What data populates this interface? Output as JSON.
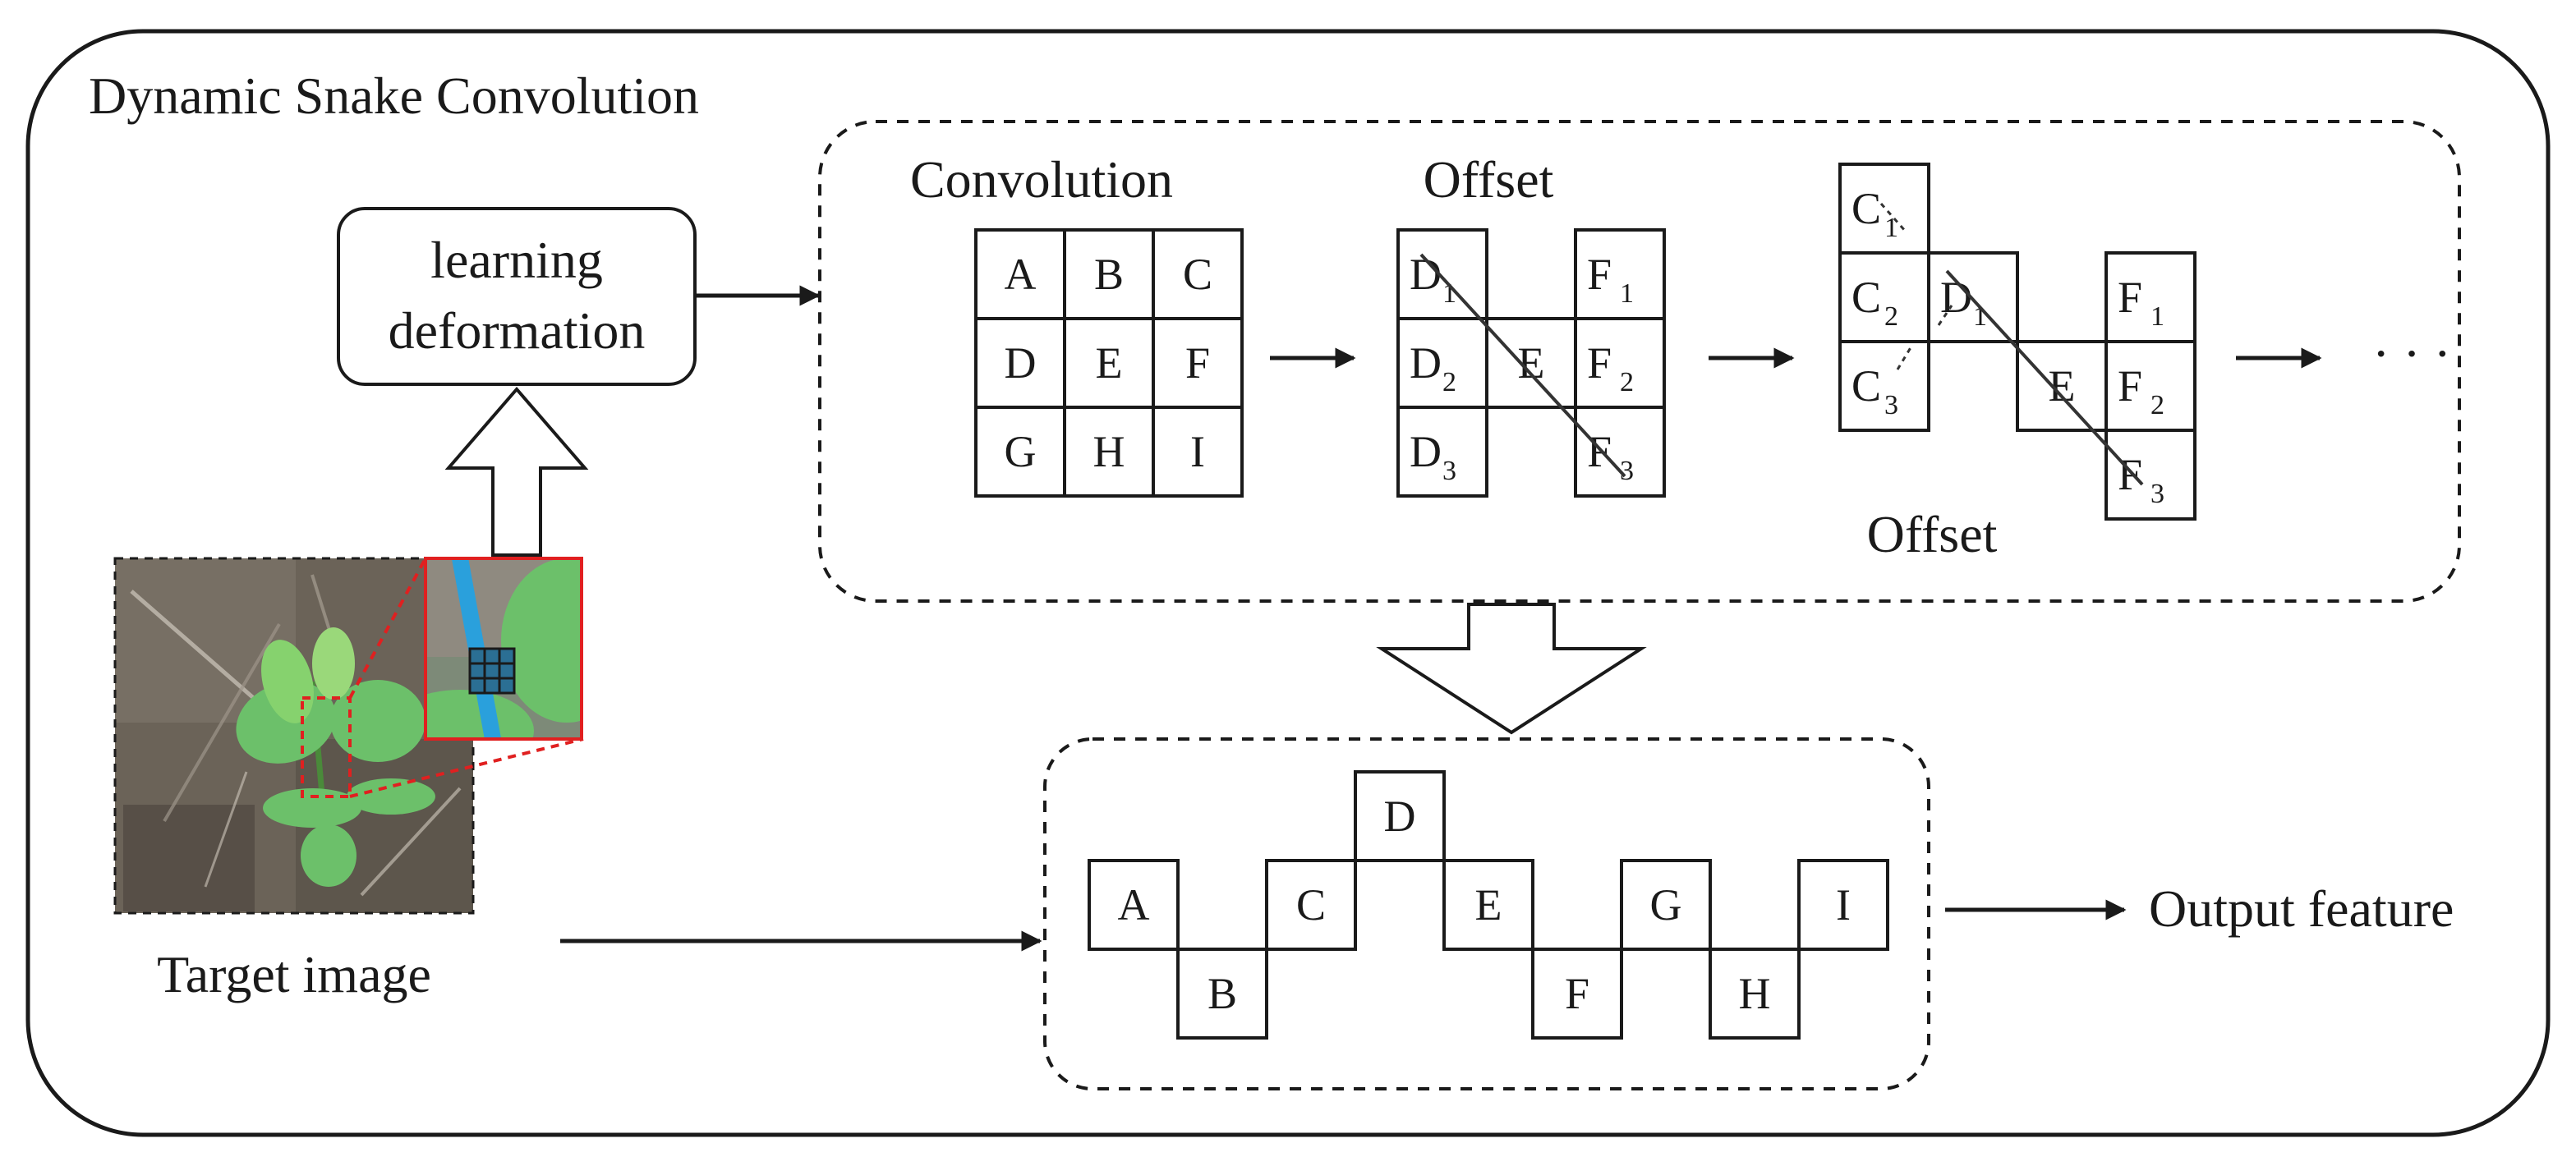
{
  "frame": {
    "title": "Dynamic Snake Convolution"
  },
  "learning_box": {
    "line1": "learning",
    "line2": "deformation"
  },
  "target_image": {
    "caption": "Target image"
  },
  "convolution": {
    "title": "Convolution",
    "cells": [
      "A",
      "B",
      "C",
      "D",
      "E",
      "F",
      "G",
      "H",
      "I"
    ]
  },
  "offset1": {
    "title": "Offset",
    "cells": [
      {
        "base": "D",
        "sub": "1"
      },
      {
        "base": "F",
        "sub": "1"
      },
      {
        "base": "D",
        "sub": "2"
      },
      {
        "base": "E",
        "sub": ""
      },
      {
        "base": "F",
        "sub": "2"
      },
      {
        "base": "D",
        "sub": "3"
      },
      {
        "base": "F",
        "sub": "3"
      }
    ]
  },
  "offset2": {
    "title": "Offset",
    "cells": [
      {
        "base": "C",
        "sub": "1"
      },
      {
        "base": "C",
        "sub": "2"
      },
      {
        "base": "D",
        "sub": "1"
      },
      {
        "base": "F",
        "sub": "1"
      },
      {
        "base": "C",
        "sub": "3"
      },
      {
        "base": "E",
        "sub": ""
      },
      {
        "base": "F",
        "sub": "2"
      },
      {
        "base": "F",
        "sub": "3"
      }
    ],
    "ellipsis": "· · ·"
  },
  "snake": {
    "cells": [
      "A",
      "B",
      "C",
      "D",
      "E",
      "F",
      "G",
      "H",
      "I"
    ]
  },
  "output": {
    "label": "Output feature"
  },
  "colors": {
    "line": "#1a1a1a",
    "zoom_border": "#e02020",
    "snake_path": "#2aa0dc",
    "leaf": "#6cc06a",
    "soil": "#6b6358"
  }
}
